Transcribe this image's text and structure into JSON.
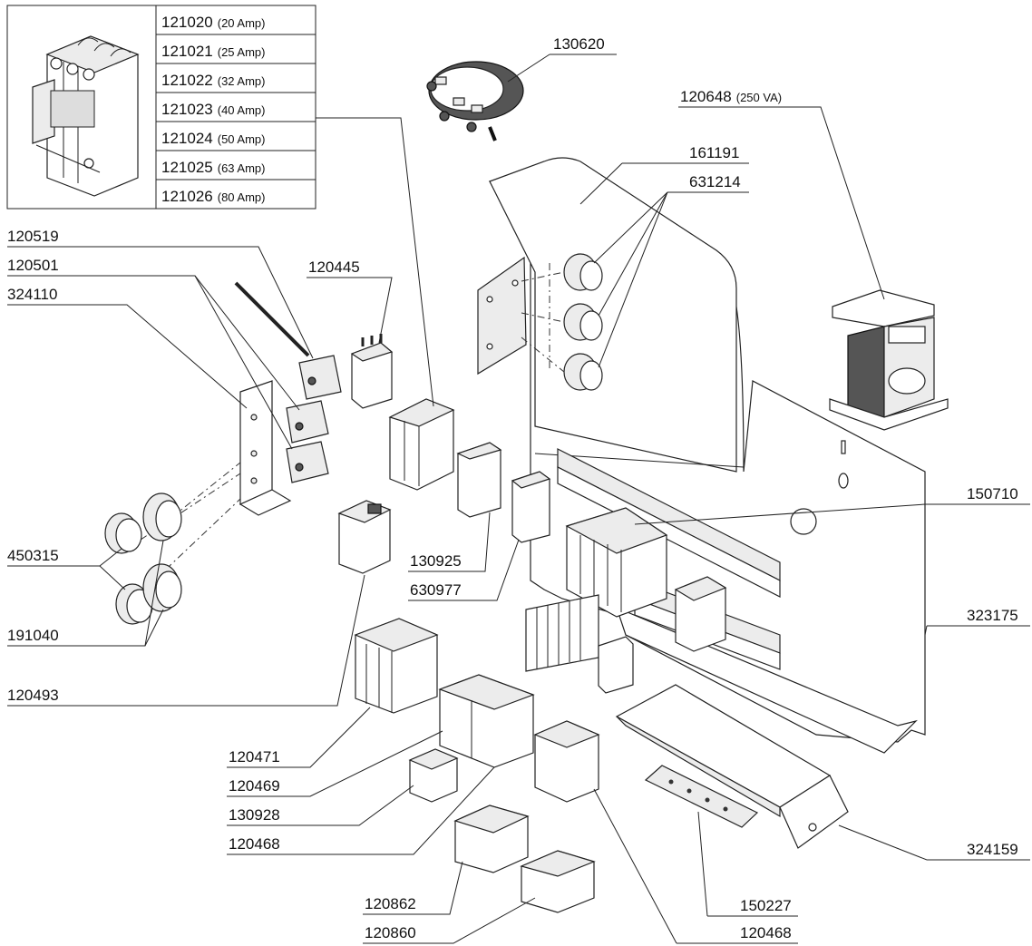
{
  "breaker_table": [
    {
      "code": "121020",
      "rating": "(20 Amp)"
    },
    {
      "code": "121021",
      "rating": "(25 Amp)"
    },
    {
      "code": "121022",
      "rating": "(32 Amp)"
    },
    {
      "code": "121023",
      "rating": "(40 Amp)"
    },
    {
      "code": "121024",
      "rating": "(50 Amp)"
    },
    {
      "code": "121025",
      "rating": "(63 Amp)"
    },
    {
      "code": "121026",
      "rating": "(80 Amp)"
    }
  ],
  "callouts": {
    "c130620": "130620",
    "c120648": "120648",
    "c120648_note": "(250 VA)",
    "c161191": "161191",
    "c631214": "631214",
    "c120519": "120519",
    "c120501": "120501",
    "c324110": "324110",
    "c120445": "120445",
    "c150710": "150710",
    "c450315": "450315",
    "c130925": "130925",
    "c630977": "630977",
    "c191040": "191040",
    "c323175": "323175",
    "c120493": "120493",
    "c120471": "120471",
    "c120469": "120469",
    "c130928": "130928",
    "c120468_a": "120468",
    "c324159": "324159",
    "c120862": "120862",
    "c150227": "150227",
    "c120860": "120860",
    "c120468_b": "120468"
  }
}
